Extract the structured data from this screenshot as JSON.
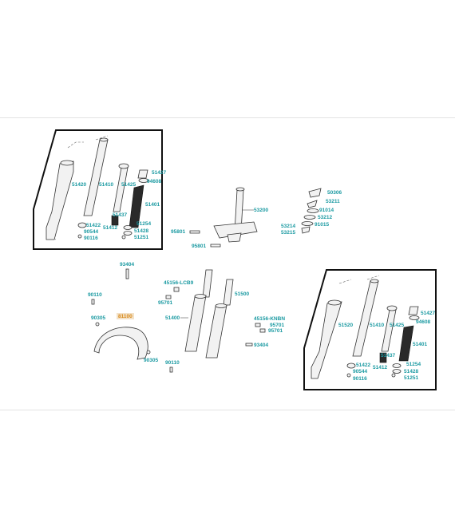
{
  "labels": {
    "left_box": [
      "51420",
      "51410",
      "51425",
      "51427",
      "94608",
      "51401",
      "51422",
      "51437",
      "90544",
      "51412",
      "51254",
      "90116",
      "51428",
      "51251"
    ],
    "right_box": [
      "51520",
      "51410",
      "51425",
      "51427",
      "94608",
      "51401",
      "51422",
      "51437",
      "90544",
      "51412",
      "51254",
      "90116",
      "51428",
      "51251"
    ],
    "center": [
      "53200",
      "50306",
      "53211",
      "91014",
      "53212",
      "53214",
      "91015",
      "53215",
      "95801",
      "95801",
      "93404",
      "45156-LCB9",
      "95701",
      "51500",
      "51400",
      "45156-KNBN",
      "95701",
      "95701",
      "93404",
      "90110",
      "90305",
      "81100",
      "90305",
      "90110"
    ]
  },
  "highlight_color": "#d98a1c",
  "label_color": "#1b9aa2"
}
